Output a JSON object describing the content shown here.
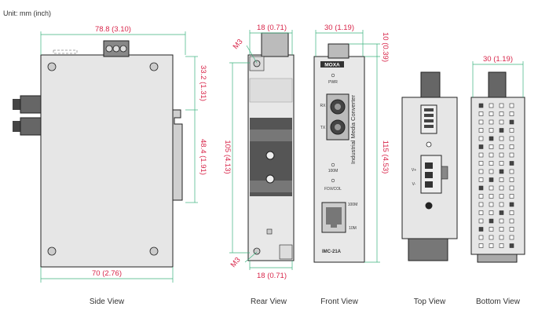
{
  "unit_label": "Unit: mm (inch)",
  "views": {
    "side": "Side View",
    "rear": "Rear View",
    "front": "Front View",
    "top": "Top View",
    "bottom": "Bottom View"
  },
  "dimensions": {
    "side_width_top": "78.8 (3.10)",
    "side_width_bottom": "70 (2.76)",
    "side_height_upper": "33.2 (1.31)",
    "side_height_lower": "48.4 (1.91)",
    "rear_width_top": "18 (0.71)",
    "rear_width_bottom": "18 (0.71)",
    "rear_height": "105 (4.13)",
    "screw_top": "M3",
    "screw_bottom": "M3",
    "front_width": "30 (1.19)",
    "front_top_offset": "10 (0.39)",
    "front_height": "115 (4.53)",
    "bottom_width": "30 (1.19)"
  },
  "front_labels": {
    "brand": "MOXA",
    "pwr": "PWR",
    "rx": "RX",
    "tx": "TX",
    "vertical_text": "Industrial Media Converter",
    "speed": "100M",
    "fdx": "FDX/COL",
    "port_100m": "100M",
    "port_10m": "10M",
    "model": "IMC-21A"
  },
  "top_labels": {
    "v_plus": "V+",
    "v_minus": "V-"
  }
}
